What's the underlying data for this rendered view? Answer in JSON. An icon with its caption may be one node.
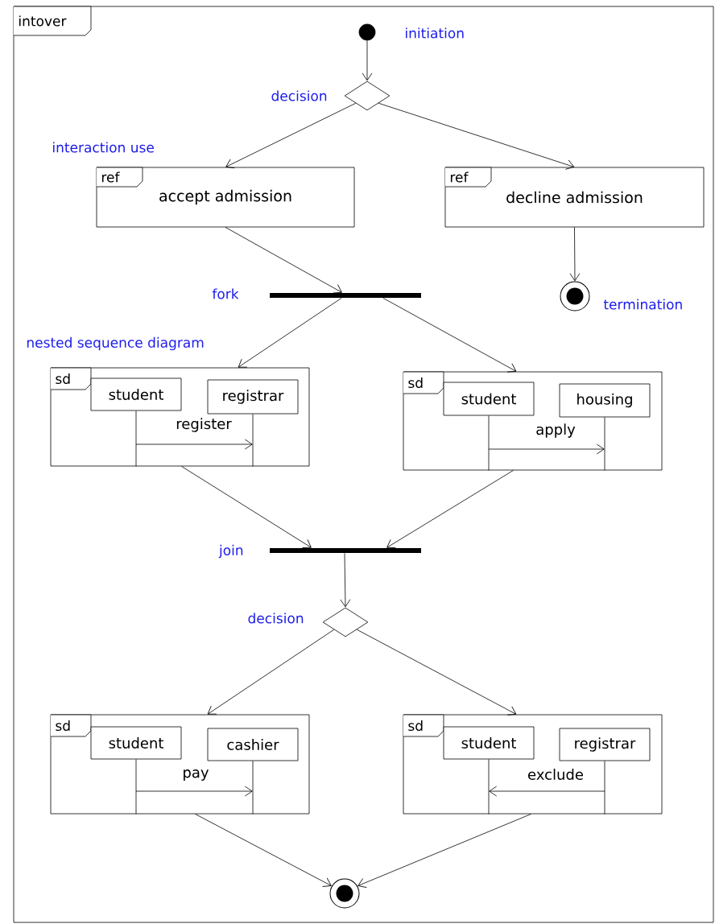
{
  "diagram": {
    "nodes": [
      {
        "text": [
          "intover"
        ]
      },
      {
        "text": [],
        "shape": "circle",
        "in": 0,
        "beside": [
          "initiation"
        ]
      },
      {
        "text": [],
        "shape": "diamond",
        "in": 0,
        "beside": [
          "decision"
        ]
      },
      {
        "text": [
          "ref",
          "accept admission"
        ],
        "in": 0,
        "beside": [
          "interaction use"
        ]
      },
      {
        "text": [
          "ref",
          "decline admission"
        ],
        "in": 0
      },
      {
        "text": [],
        "shape": "bar",
        "in": 0,
        "beside": [
          "fork"
        ]
      },
      {
        "text": [],
        "shape": "circle",
        "in": 0,
        "beside": [
          "termination"
        ]
      },
      {
        "text": [
          "sd"
        ],
        "in": 0,
        "beside": [
          "nested sequence diagram"
        ]
      },
      {
        "text": [
          "student"
        ],
        "in": 7
      },
      {
        "text": [
          "registrar"
        ],
        "in": 7
      },
      {
        "text": [
          "sd"
        ],
        "in": 0
      },
      {
        "text": [
          "student"
        ],
        "in": 10
      },
      {
        "text": [
          "housing"
        ],
        "in": 10
      },
      {
        "text": [],
        "shape": "bar",
        "in": 0,
        "beside": [
          "join"
        ]
      },
      {
        "text": [],
        "shape": "diamond",
        "in": 0,
        "beside": [
          "decision"
        ]
      },
      {
        "text": [
          "sd"
        ],
        "in": 0
      },
      {
        "text": [
          "student"
        ],
        "in": 15
      },
      {
        "text": [
          "cashier"
        ],
        "in": 15
      },
      {
        "text": [
          "sd"
        ],
        "in": 0
      },
      {
        "text": [
          "student"
        ],
        "in": 18
      },
      {
        "text": [
          "registrar"
        ],
        "in": 18
      },
      {
        "text": [],
        "shape": "circle",
        "in": 0
      }
    ],
    "edges": [
      {
        "from": 1,
        "to": 2,
        "arrow": "to"
      },
      {
        "from": 2,
        "to": 3,
        "arrow": "to"
      },
      {
        "from": 2,
        "to": 4,
        "arrow": "to"
      },
      {
        "from": 3,
        "to": 5,
        "arrow": "to"
      },
      {
        "from": 4,
        "to": 6,
        "arrow": "to"
      },
      {
        "from": 5,
        "to": 7,
        "arrow": "to"
      },
      {
        "from": 5,
        "to": 10,
        "arrow": "to"
      },
      {
        "from": 7,
        "to": 13,
        "arrow": "to"
      },
      {
        "from": 10,
        "to": 13,
        "arrow": "to"
      },
      {
        "from": 13,
        "to": 14,
        "arrow": "to"
      },
      {
        "from": 14,
        "to": 15,
        "arrow": "to"
      },
      {
        "from": 14,
        "to": 18,
        "arrow": "to"
      },
      {
        "from": 15,
        "to": 21,
        "arrow": "to"
      },
      {
        "from": 18,
        "to": 21,
        "arrow": "to"
      },
      {
        "from": 8,
        "to": 9,
        "arrow": "to",
        "label": "register"
      },
      {
        "from": 11,
        "to": 12,
        "arrow": "to",
        "label": "apply"
      },
      {
        "from": 16,
        "to": 17,
        "arrow": "to",
        "label": "pay"
      },
      {
        "from": 20,
        "to": 19,
        "arrow": "to",
        "label": "exclude"
      }
    ]
  }
}
